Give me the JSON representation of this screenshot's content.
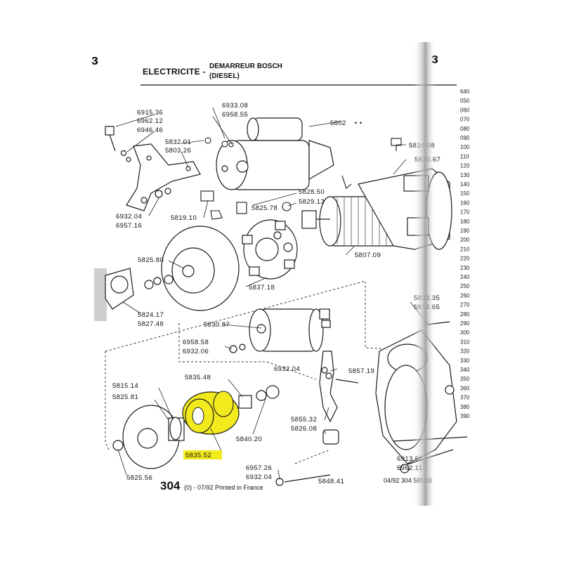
{
  "header": {
    "section": "ELECTRICITE -",
    "title_line1": "DEMARREUR BOSCH",
    "title_line2": "(DIESEL)"
  },
  "page_numbers": [
    "640",
    "050",
    "060",
    "070",
    "080",
    "090",
    "100",
    "110",
    "120",
    "130",
    "140",
    "150",
    "160",
    "170",
    "180",
    "190",
    "200",
    "210",
    "220",
    "230",
    "240",
    "250",
    "260",
    "270",
    "280",
    "290",
    "300",
    "310",
    "320",
    "330",
    "340",
    "350",
    "360",
    "370",
    "380",
    "390"
  ],
  "parts": [
    {
      "ref": "5802"
    },
    {
      "ref": "5816.08"
    },
    {
      "ref": "5820.67"
    },
    {
      "ref": "6915.36"
    },
    {
      "ref": "6962.12"
    },
    {
      "ref": "6946.46"
    },
    {
      "ref": "6933.08"
    },
    {
      "ref": "6958.55"
    },
    {
      "ref": "5832.01"
    },
    {
      "ref": "5803.26"
    },
    {
      "ref": "6932.04"
    },
    {
      "ref": "6957.16"
    },
    {
      "ref": "5819.10"
    },
    {
      "ref": "5828.50"
    },
    {
      "ref": "5829.13"
    },
    {
      "ref": "5825.78"
    },
    {
      "ref": "5825.80"
    },
    {
      "ref": "5807.09"
    },
    {
      "ref": "5837.18"
    },
    {
      "ref": "5824.17"
    },
    {
      "ref": "5827.48"
    },
    {
      "ref": "5833.35"
    },
    {
      "ref": "5814.65"
    },
    {
      "ref": "5830.87"
    },
    {
      "ref": "6958.58"
    },
    {
      "ref": "6932.06"
    },
    {
      "ref": "5835.48"
    },
    {
      "ref": "6932.04"
    },
    {
      "ref": "5857.19"
    },
    {
      "ref": "5815.14"
    },
    {
      "ref": "5825.81"
    },
    {
      "ref": "5855.32"
    },
    {
      "ref": "5826.08"
    },
    {
      "ref": "5840.20"
    },
    {
      "ref": "5835.52",
      "highlighted": true
    },
    {
      "ref": "6913.56"
    },
    {
      "ref": "6962.11"
    },
    {
      "ref": "6957.26"
    },
    {
      "ref": "6932.04"
    },
    {
      "ref": "5848.41"
    },
    {
      "ref": "5825.56"
    }
  ],
  "footer": {
    "page": "304",
    "edition": "(0) - 07/92 Printed in France",
    "code": "04/92  304  58E03"
  },
  "colors": {
    "ink": "#1a1a1a",
    "highlight": "#f2ea1d",
    "fold_shadow": "#c8c8c8"
  }
}
